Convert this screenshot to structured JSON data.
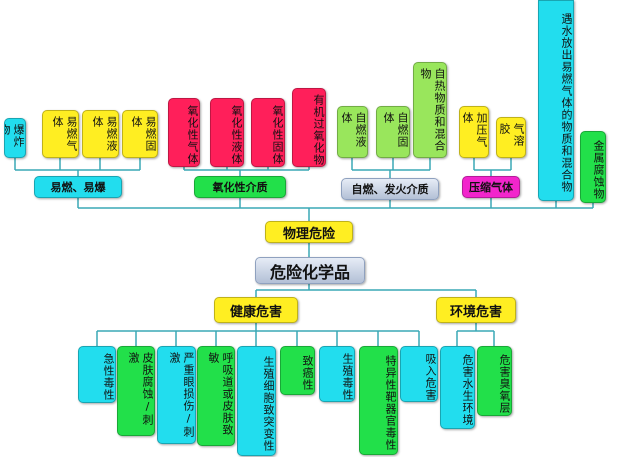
{
  "colors": {
    "yellow": "#ffee22",
    "cyan": "#22ddee",
    "red": "#ff1f5a",
    "light_green": "#99e65c",
    "green": "#22e04a",
    "magenta": "#f225cc",
    "connector": "#3aa8b5"
  },
  "root": "危险化学品",
  "physical": {
    "title": "物理危险",
    "groups": [
      {
        "label": "易燃、易爆",
        "items": [
          "爆炸物",
          "易燃气体",
          "易燃液体",
          "易燃固体"
        ]
      },
      {
        "label": "氧化性介质",
        "items": [
          "氧化性气体",
          "氧化性液体",
          "氧化性固体",
          "有机过氧化物"
        ]
      },
      {
        "label": "自燃、发火介质",
        "items": [
          "自燃液体",
          "自燃固体",
          "自热物质和混合物"
        ]
      },
      {
        "label": "压缩气体",
        "items": [
          "加压气体",
          "气溶胶"
        ]
      }
    ],
    "standalone": [
      "遇水放出易燃气体的物质和混合物",
      "金属腐蚀物"
    ]
  },
  "health": {
    "title": "健康危害",
    "items": [
      "急性毒性",
      "皮肤腐蚀/刺激",
      "严重眼损伤/刺激",
      "呼吸道或皮肤致敏",
      "生殖细胞致突变性",
      "致癌性",
      "生殖毒性",
      "特异性靶器官毒性",
      "吸入危害"
    ]
  },
  "environment": {
    "title": "环境危害",
    "items": [
      "危害水生环境",
      "危害臭氧层"
    ]
  }
}
